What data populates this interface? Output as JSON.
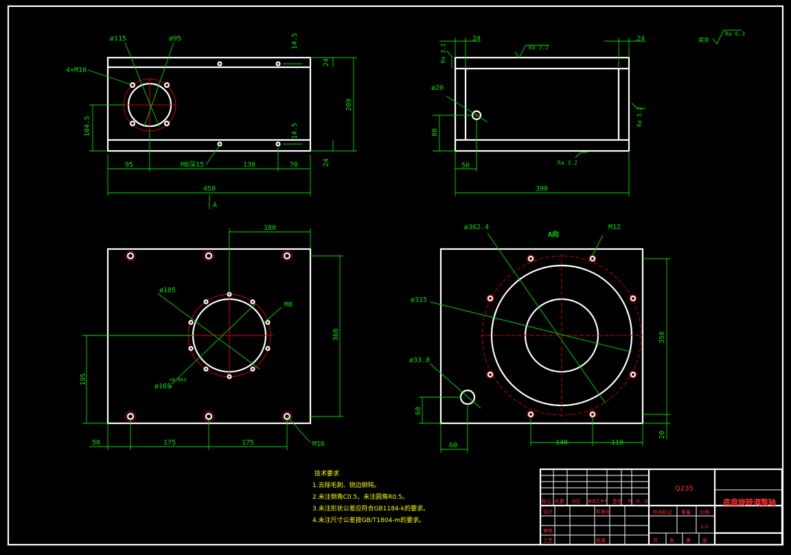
{
  "view_top_left": {
    "dims": [
      "ø115",
      "ø95",
      "4×M10",
      "14.5",
      "24",
      "209",
      "104.5",
      "14.5",
      "24",
      "M8深15",
      "95",
      "130",
      "70",
      "450",
      "A"
    ]
  },
  "view_top_right": {
    "dims": [
      "24",
      "24",
      "Ra 3.2",
      "Ra 3.2",
      "ø20",
      "80",
      "50",
      "Ra 3.2",
      "Ra 3.2",
      "390"
    ],
    "surface_note": "其余",
    "surface_note_ra": "Ra 6.3"
  },
  "view_bottom_left": {
    "dims": [
      "180",
      "ø185",
      "M8",
      "360",
      "195",
      "ø165",
      "+0.063",
      "0",
      "50",
      "175",
      "175",
      "M16"
    ]
  },
  "view_bottom_right": {
    "title": "A向",
    "dims": [
      "ø362.4",
      "M12",
      "ø315",
      "350",
      "ø33.8",
      "60",
      "60",
      "140",
      "110",
      "20"
    ]
  },
  "tech_requirements": {
    "heading": "技术要求",
    "items": [
      "1.去除毛刺、锐边倒钝。",
      "2.未注倒角C0.5，未注圆角R0.5。",
      "3.未注形状公差应符合GB1184-k的要求。",
      "4.未注尺寸公差按GB/T1804-m的要求。"
    ]
  },
  "title_block": {
    "material": "Q235",
    "part_name": "底盘旋转调整轴",
    "row_headers": [
      "标记",
      "处数",
      "分区",
      "更改文件号",
      "签名",
      "年、月、日"
    ],
    "labels": [
      "设计",
      "标准化",
      "审核",
      "工艺",
      "批准",
      "阶段标记",
      "重量",
      "比例"
    ],
    "scale": "1:3",
    "sheet": [
      "共",
      "张",
      "第",
      "张"
    ]
  }
}
